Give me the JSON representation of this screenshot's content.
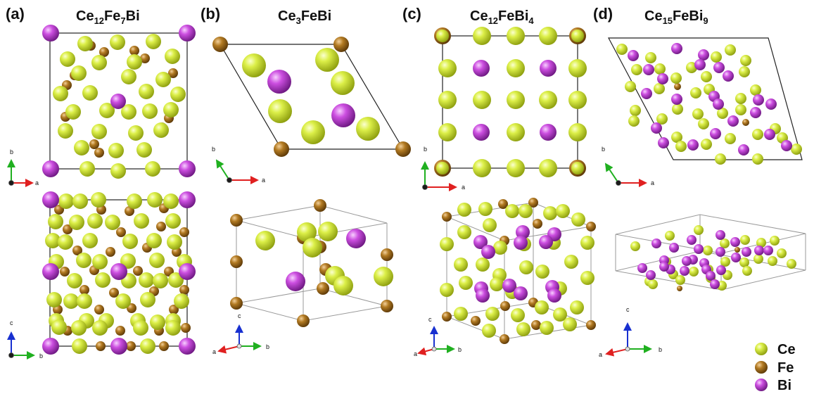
{
  "panels": {
    "a": {
      "label": "(a)",
      "formula": [
        [
          "Ce",
          ""
        ],
        [
          "12",
          "sub"
        ],
        [
          "Fe",
          ""
        ],
        [
          "7",
          "sub"
        ],
        [
          "Bi",
          ""
        ]
      ]
    },
    "b": {
      "label": "(b)",
      "formula": [
        [
          "Ce",
          ""
        ],
        [
          "3",
          "sub"
        ],
        [
          "FeBi",
          ""
        ]
      ]
    },
    "c": {
      "label": "(c)",
      "formula": [
        [
          "Ce",
          ""
        ],
        [
          "12",
          "sub"
        ],
        [
          "FeBi",
          ""
        ],
        [
          "4",
          "sub"
        ]
      ]
    },
    "d": {
      "label": "(d)",
      "formula": [
        [
          "Ce",
          ""
        ],
        [
          "15",
          "sub"
        ],
        [
          "FeBi",
          ""
        ],
        [
          "9",
          "sub"
        ]
      ]
    }
  },
  "axes": {
    "a": "a",
    "b": "b",
    "c": "c"
  },
  "legend": [
    {
      "element": "Ce",
      "color": "#d4e838"
    },
    {
      "element": "Fe",
      "color": "#a8701a"
    },
    {
      "element": "Bi",
      "color": "#c444d8"
    }
  ],
  "colors": {
    "Ce": "#d4e838",
    "Fe": "#a8701a",
    "Bi": "#c444d8",
    "axis_a": "#e02020",
    "axis_b": "#20b020",
    "axis_c": "#1830d0"
  }
}
